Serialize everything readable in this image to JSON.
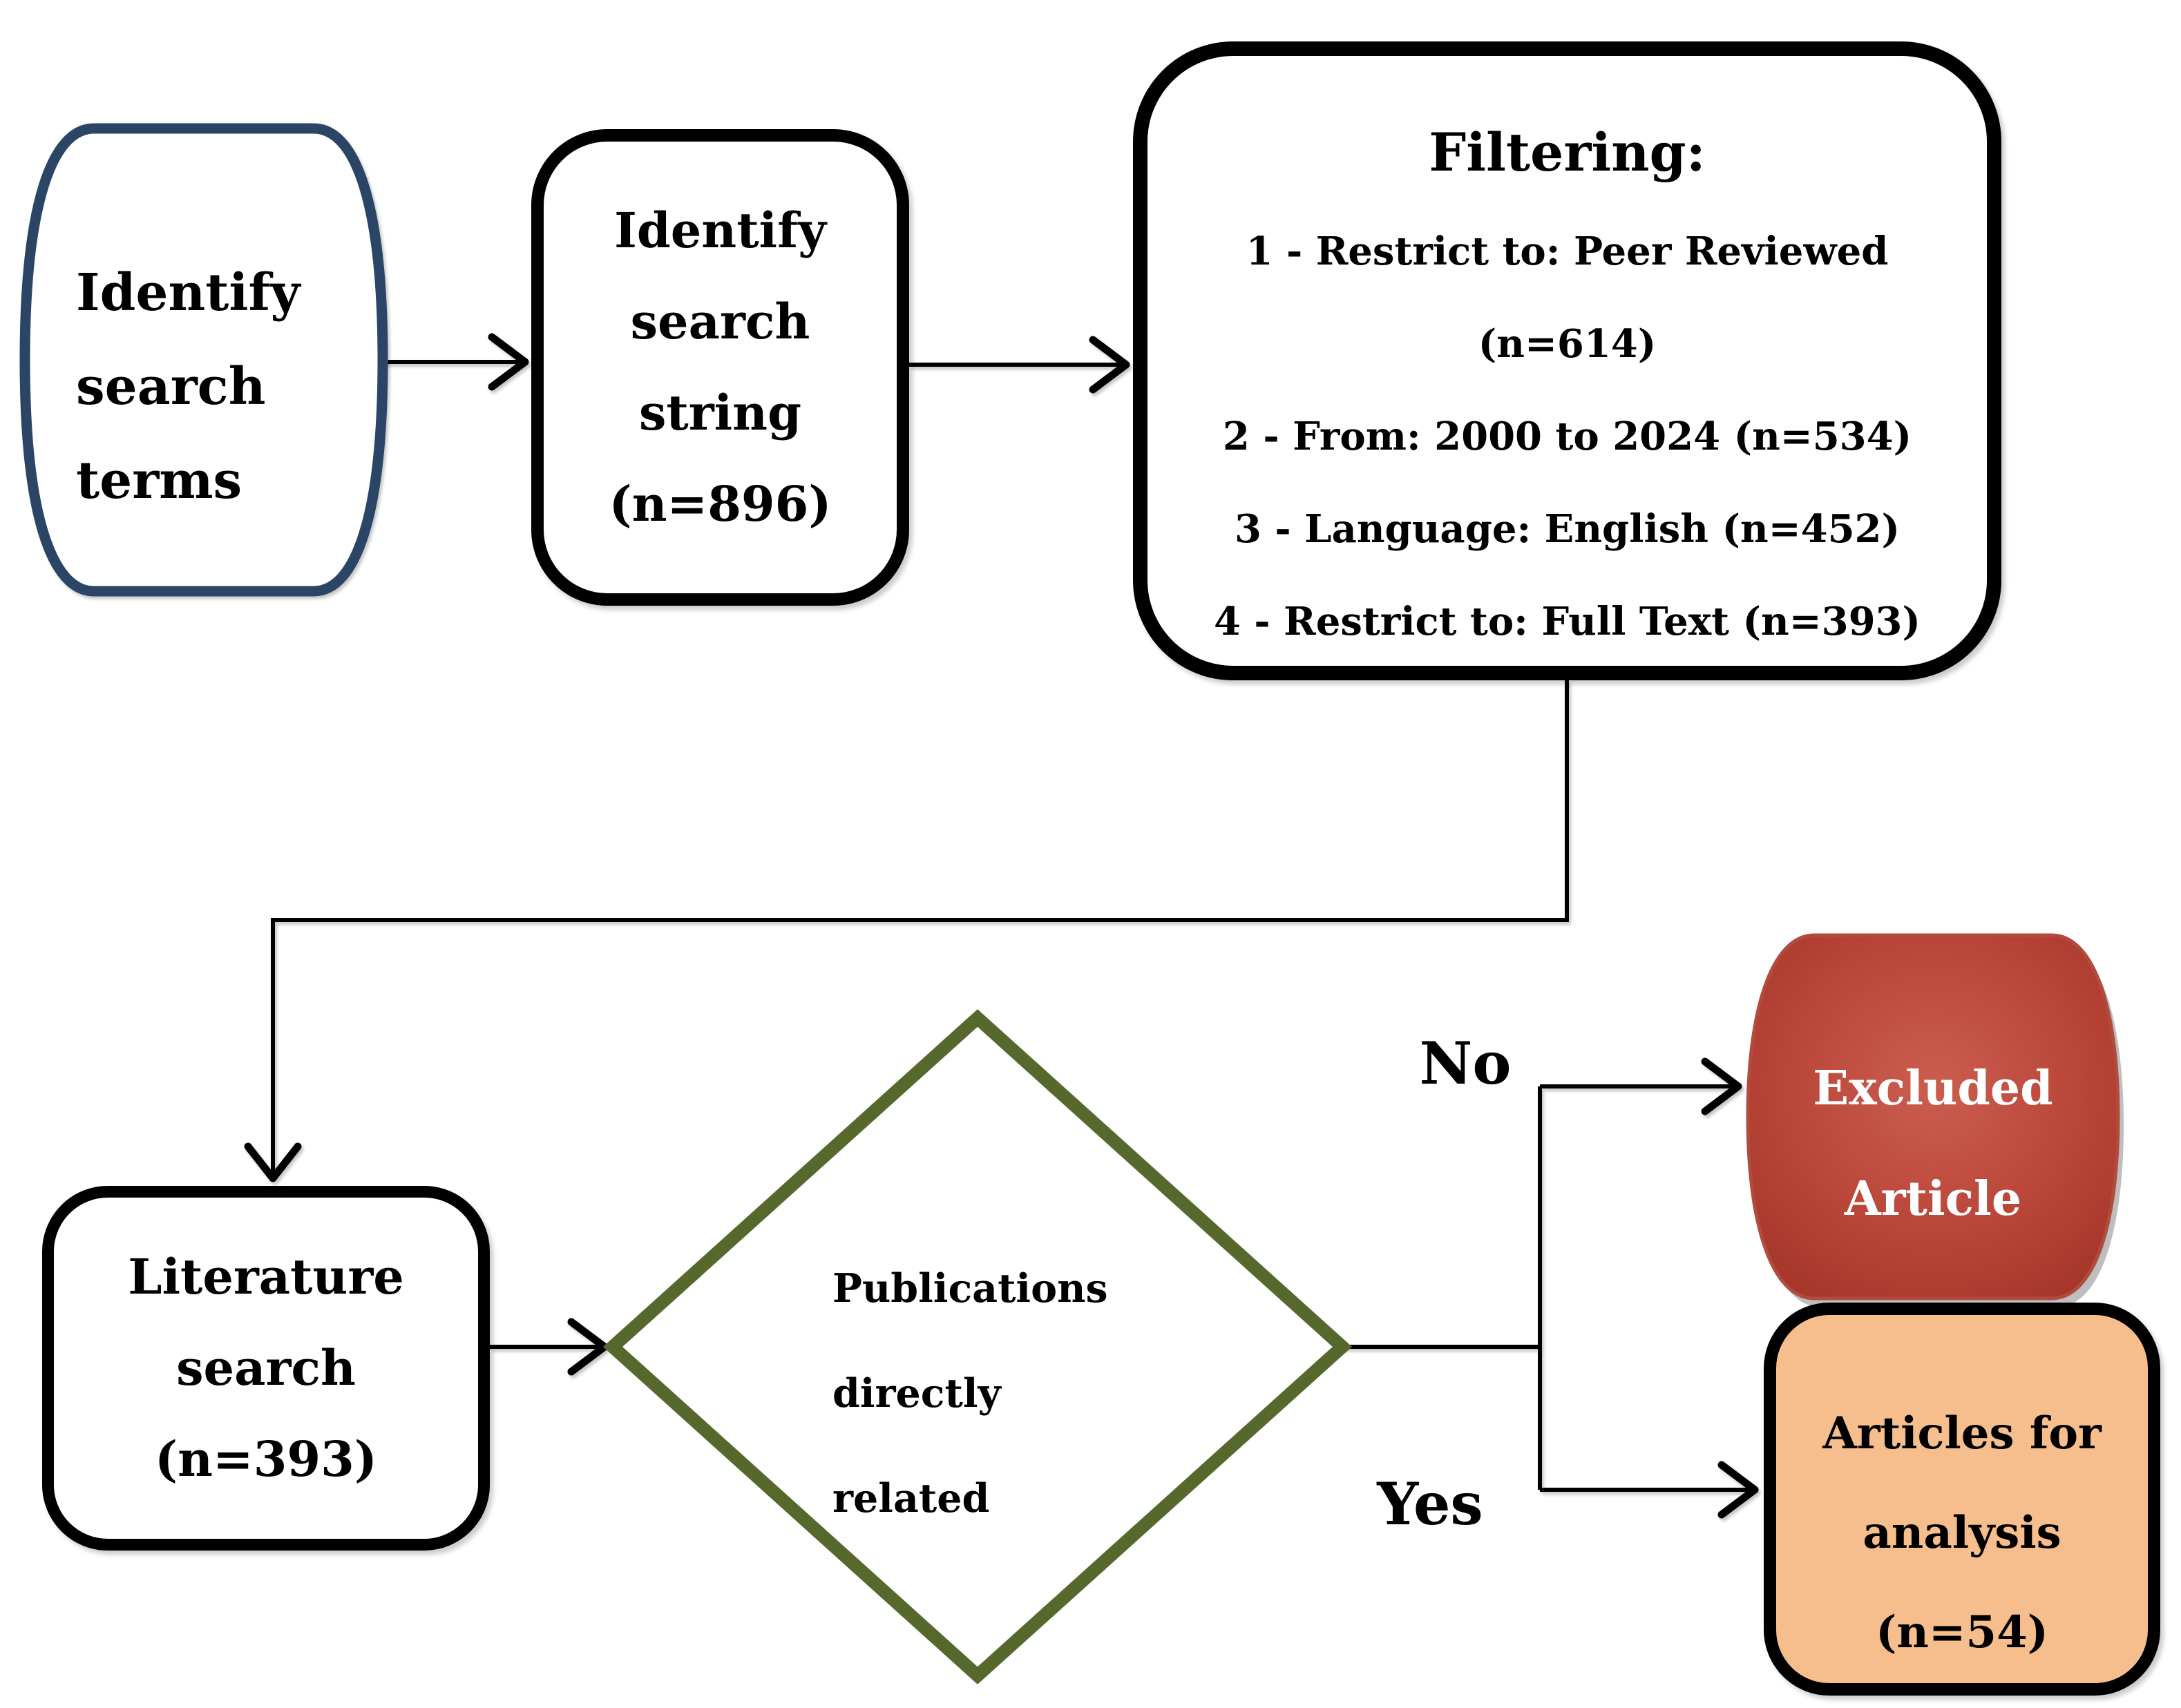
{
  "flowchart": {
    "nodes": {
      "identify_terms": {
        "lines": [
          "Identify",
          "search",
          "terms"
        ]
      },
      "identify_string": {
        "lines": [
          "Identify",
          "search",
          "string",
          "(n=896)"
        ]
      },
      "filtering": {
        "title": "Filtering:",
        "items": [
          "1 - Restrict to: Peer Reviewed",
          "(n=614)",
          "2 - From: 2000 to 2024 (n=534)",
          "3 - Language: English (n=452)",
          "4 - Restrict to: Full Text (n=393)"
        ]
      },
      "literature": {
        "lines": [
          "Literature",
          "search",
          "(n=393)"
        ]
      },
      "decision": {
        "lines": [
          "Publications",
          "directly",
          "related"
        ]
      },
      "excluded": {
        "lines": [
          "Excluded",
          "Article"
        ]
      },
      "articles": {
        "lines": [
          "Articles for",
          "analysis",
          "(n=54)"
        ]
      }
    },
    "edge_labels": {
      "no": "No",
      "yes": "Yes"
    },
    "colors": {
      "terminator_border": "#2A4565",
      "decision_border": "#57682D",
      "excluded_center": "#cb5e50",
      "excluded_mid": "#b84437",
      "excluded_edge": "#992c21",
      "excluded_rim": "#b14b3e",
      "articles_fill": "#F6BE8D",
      "line": "#000000"
    }
  }
}
